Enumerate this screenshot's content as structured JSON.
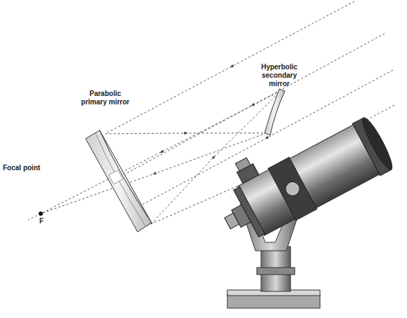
{
  "diagram": {
    "labels": [
      "Hyperbolic secondary mirror",
      "Parabolic primary mirror",
      "Focal point",
      "F"
    ]
  }
}
